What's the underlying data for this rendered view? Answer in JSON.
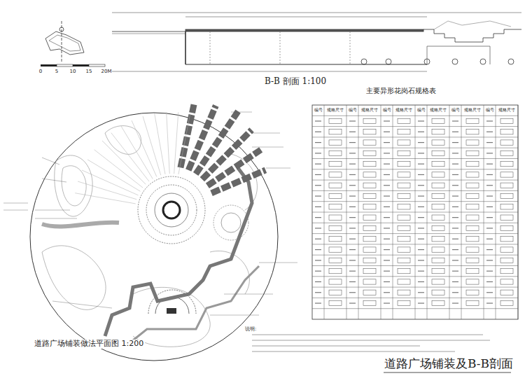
{
  "diagram": {
    "title": "道路广场铺装及B-B剖面",
    "labels": [
      "B-B 剖面 1:100",
      "主要异形花岗石规格表",
      "道路广场铺装做法平面图 1:200",
      "0",
      "5",
      "10",
      "15",
      "20M",
      "说明:",
      "编号",
      "规格尺寸",
      "编号",
      "规格尺寸",
      "编号",
      "规格尺寸",
      "编号",
      "规格尺寸",
      "编号",
      "规格尺寸",
      "编号",
      "规格尺寸"
    ]
  }
}
